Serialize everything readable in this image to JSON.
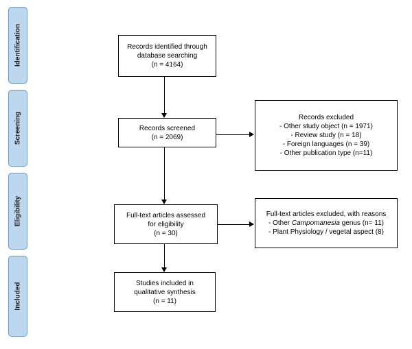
{
  "phases": {
    "identification": "Identification",
    "screening": "Screening",
    "eligibility": "Eligibility",
    "included": "Included"
  },
  "identified": {
    "line1": "Records identified through",
    "line2": "database searching",
    "line3": "(n = 4164)"
  },
  "screened": {
    "line1": "Records screened",
    "line2": "(n = 2069)"
  },
  "excluded": {
    "title": "Records excluded",
    "items": [
      "- Other study object (n = 1971)",
      "- Review study (n = 18)",
      "- Foreign languages (n = 39)",
      "- Other publication type (n=11)"
    ]
  },
  "fulltext": {
    "line1": "Full-text articles assessed",
    "line2": "for eligibility",
    "line3": "(n = 30)"
  },
  "fulltext_excluded": {
    "title": "Full-text articles excluded, with reasons",
    "item1_prefix": "- Other ",
    "item1_italic": "Campomanesia",
    "item1_suffix": " genus (n= 11)",
    "item2": "- Plant Physiology / vegetal aspect (8)"
  },
  "included": {
    "line1": "Studies included in",
    "line2": "qualitative synthesis",
    "line3": "(n = 11)"
  }
}
